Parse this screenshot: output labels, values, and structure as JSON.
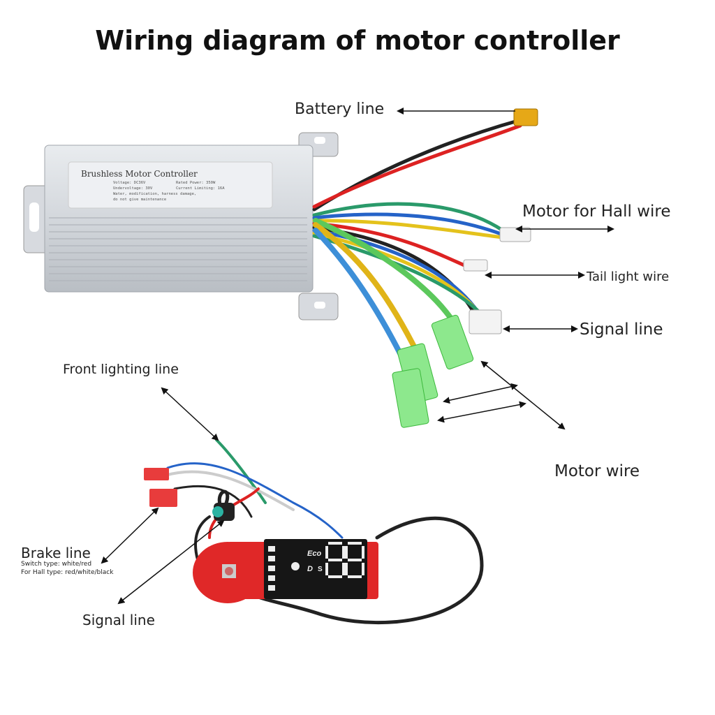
{
  "title": "Wiring diagram of motor controller",
  "controller_label": {
    "name": "Brushless Motor Controller",
    "voltage": "Voltage: DC36V",
    "rated_power": "Rated Power: 350W",
    "undervoltage": "Undervoltage: 30V",
    "current_limit": "Current Limiting: 16A",
    "warning_1": "Water, modification, harness damage,",
    "warning_2": "do not give maintenance"
  },
  "labels": {
    "battery": "Battery line",
    "hall": "Motor for Hall wire",
    "tail_light": "Tail light wire",
    "signal_top": "Signal line",
    "motor_wire": "Motor wire",
    "front_lighting": "Front lighting line",
    "brake": "Brake line",
    "brake_switch": "Switch type: white/red",
    "brake_hall": "For Hall type: red/white/black",
    "signal_bottom": "Signal line"
  },
  "display": {
    "mode": "Eco",
    "gear": "D",
    "sport": "S",
    "digits": "88"
  }
}
